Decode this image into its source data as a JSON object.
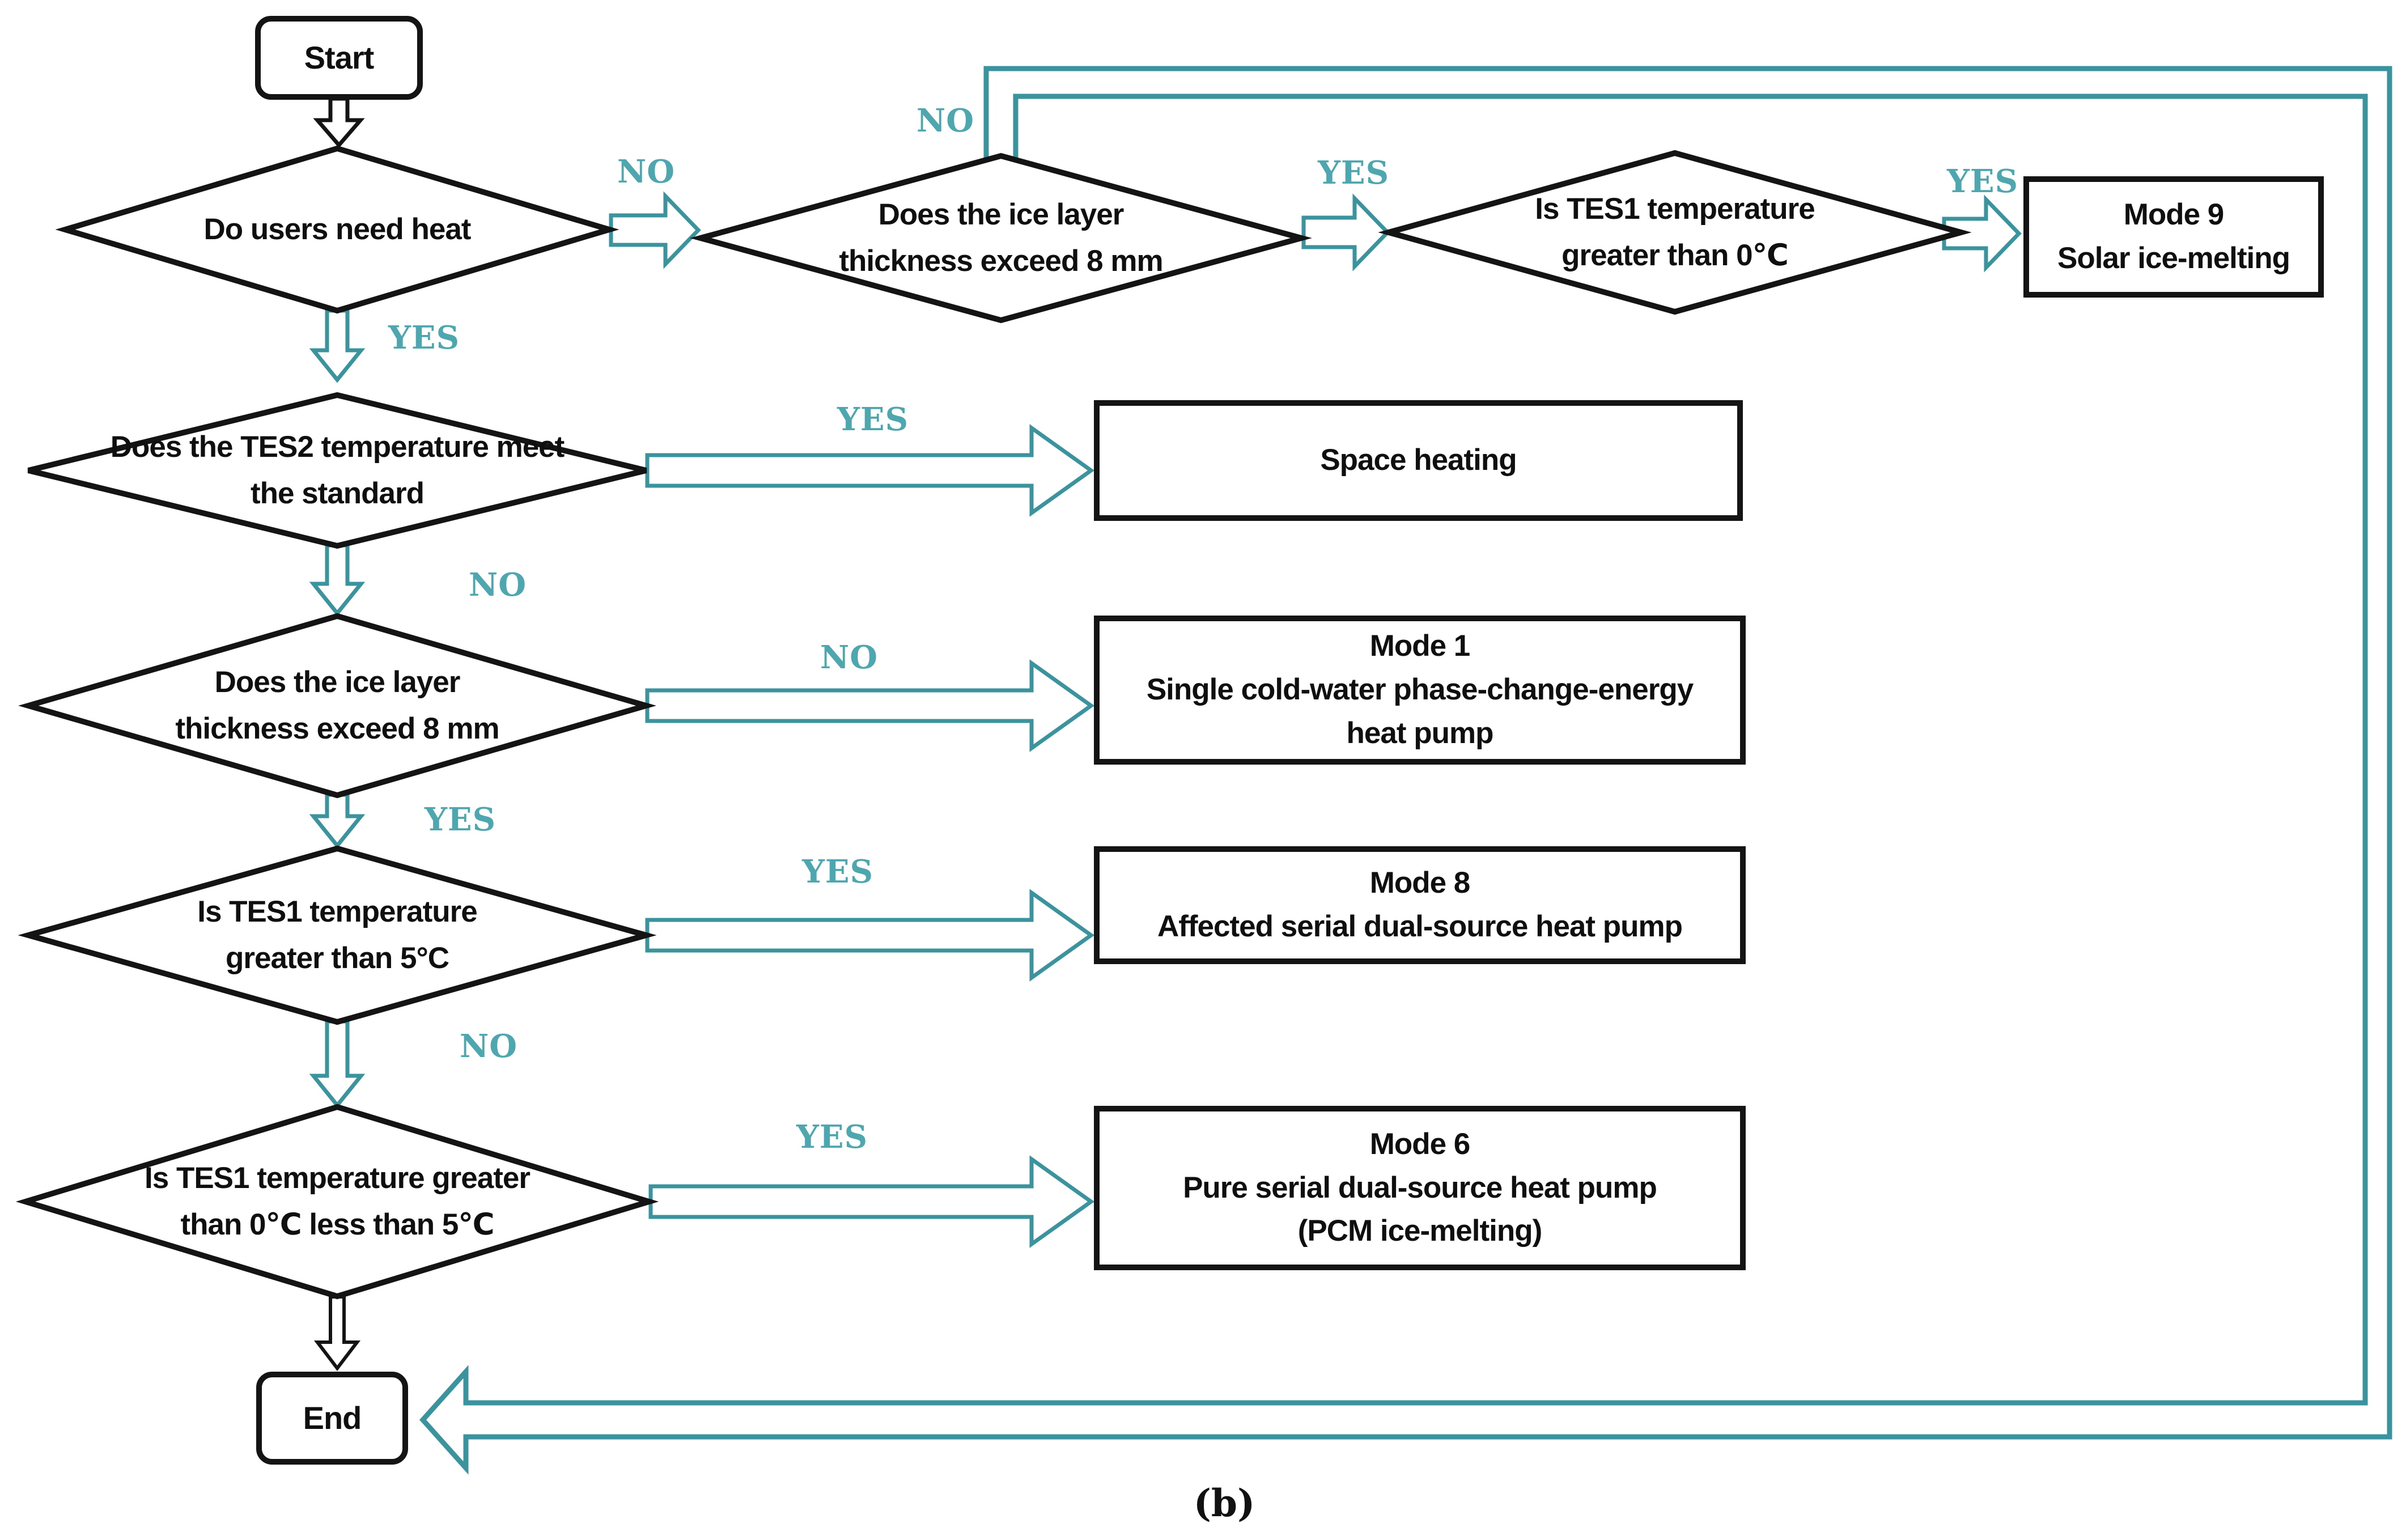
{
  "caption": "(b)",
  "colors": {
    "teal_line": "#3a939d",
    "teal_label": "#4ea6ae",
    "ink": "#141414"
  },
  "nodes": {
    "start": "Start",
    "end": "End",
    "need_heat": "Do users need heat",
    "ice_top": "Does the ice layer\nthickness exceed 8 mm",
    "tes1_zero_top": "Is TES1 temperature\ngreater than 0℃",
    "mode9": "Mode 9\nSolar ice-melting",
    "tes2": "Does the TES2 temperature meet\nthe standard",
    "space_heating": "Space heating",
    "ice_mid": "Does the ice layer\nthickness exceed 8 mm",
    "tes1_five": "Is TES1 temperature\ngreater than 5°C",
    "mode1": "Mode 1\nSingle cold-water phase-change-energy\nheat pump",
    "mode8": "Mode 8\nAffected serial dual-source heat pump",
    "tes1_between": "Is TES1 temperature greater\nthan 0℃ less than 5℃",
    "mode6": "Mode 6\nPure serial dual-source heat pump\n(PCM ice-melting)"
  },
  "edge_labels": {
    "no_need_heat": "NO",
    "yes_need_heat": "YES",
    "no_ice_top": "NO",
    "yes_ice_top": "YES",
    "yes_tes1_zero_top": "YES",
    "yes_tes2": "YES",
    "no_tes2": "NO",
    "no_ice_mid": "NO",
    "yes_ice_mid": "YES",
    "yes_tes1_five": "YES",
    "no_tes1_five": "NO",
    "yes_tes1_between": "YES"
  }
}
